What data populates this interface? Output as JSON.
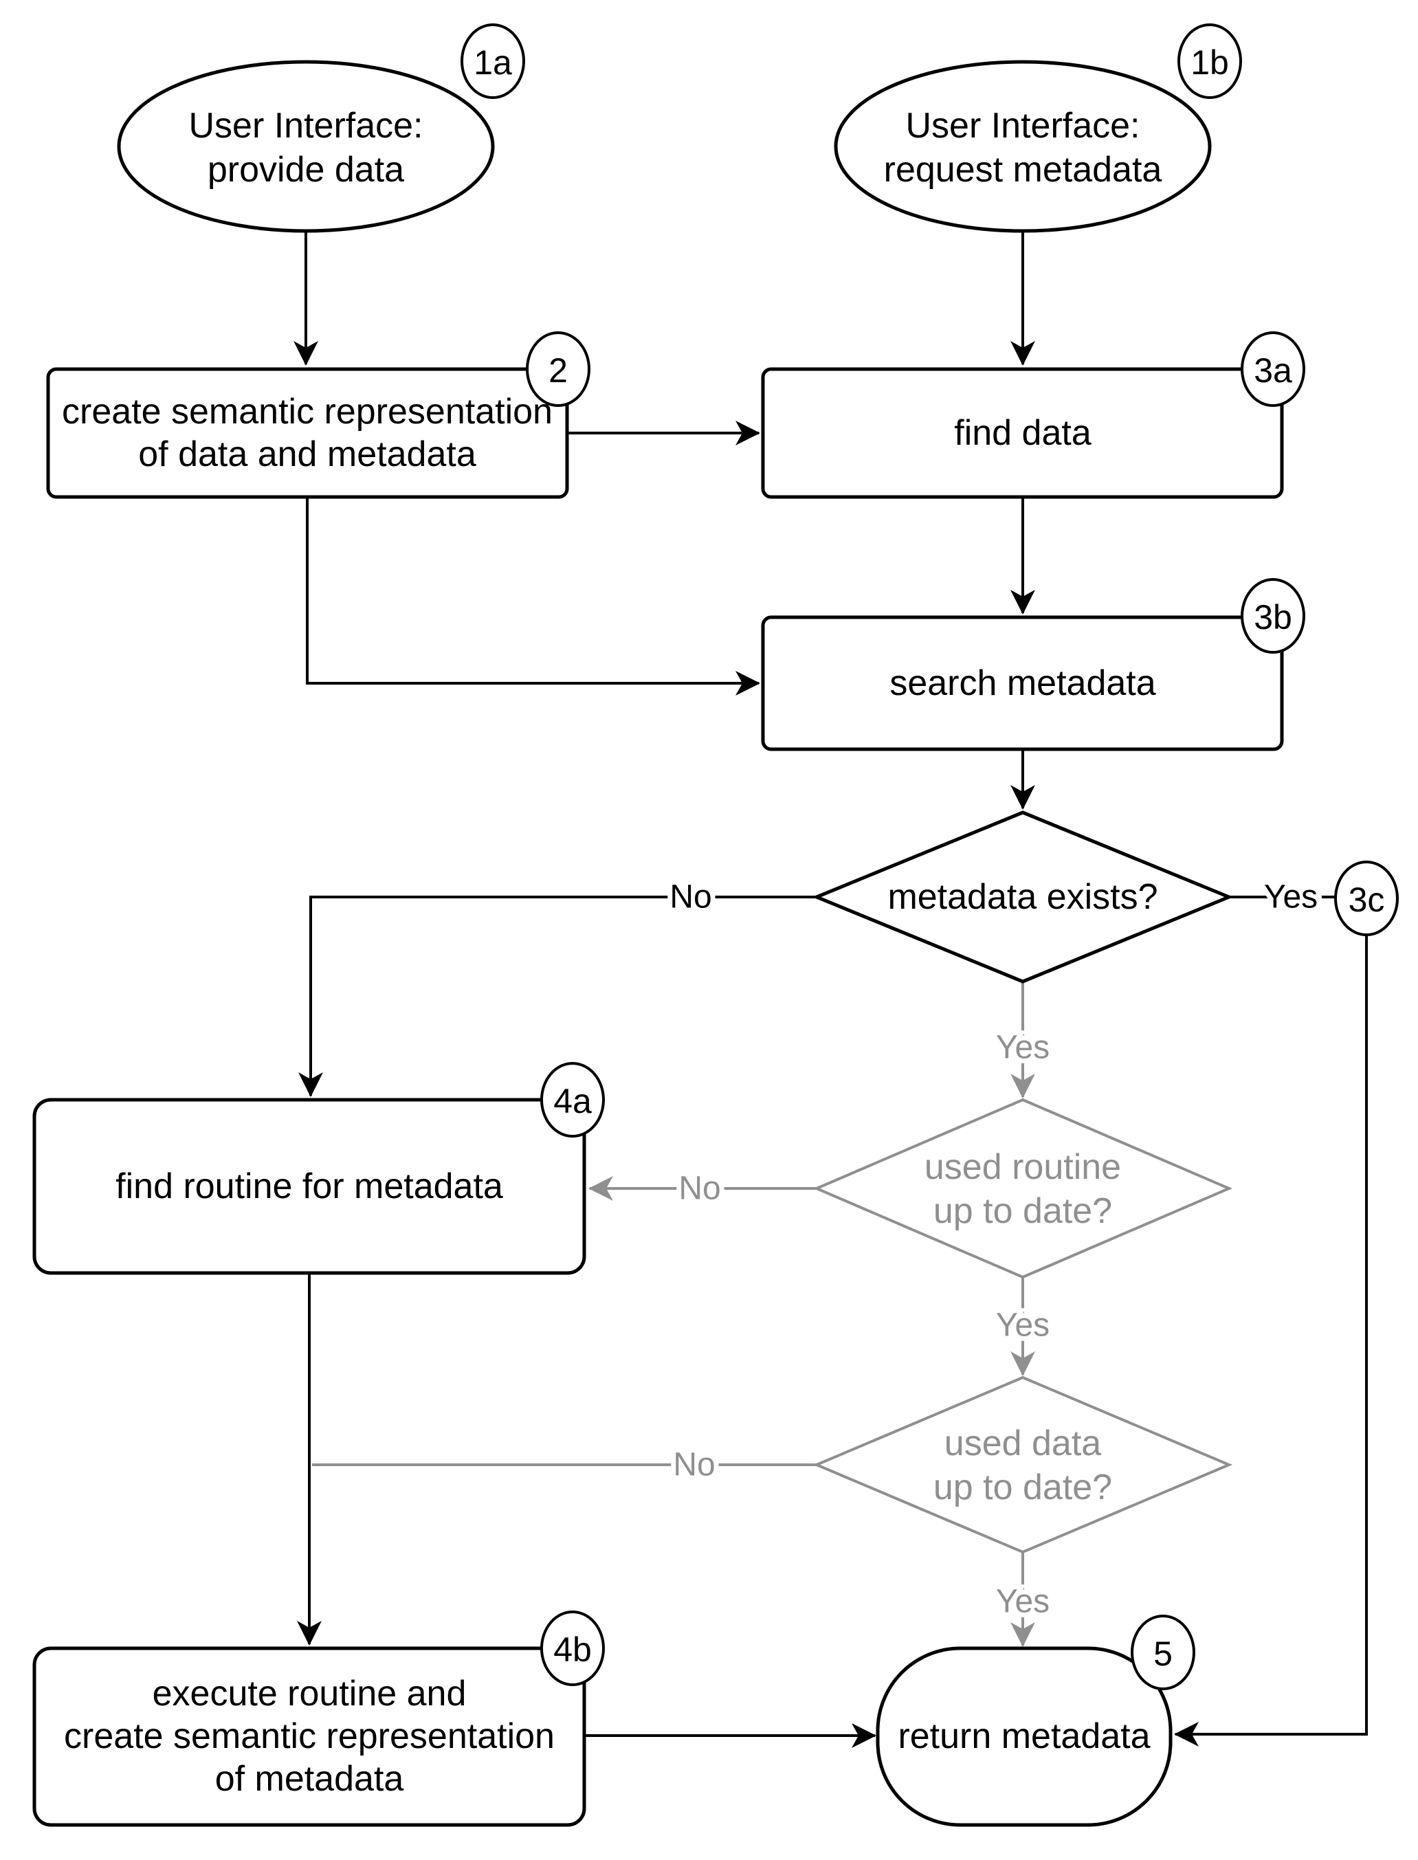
{
  "diagram": {
    "title": "metadata request flowchart",
    "colors": {
      "line_black": "#000000",
      "line_gray": "#8f8f8f",
      "shape_fill": "#ffffff",
      "background": "#ffffff"
    },
    "nodes": {
      "ui_provide": {
        "badge": "1a",
        "lines": [
          "User Interface:",
          "provide data"
        ]
      },
      "ui_request": {
        "badge": "1b",
        "lines": [
          "User Interface:",
          "request metadata"
        ]
      },
      "create_semantic": {
        "badge": "2",
        "lines": [
          "create semantic representation",
          "of data and metadata"
        ]
      },
      "find_data": {
        "badge": "3a",
        "lines": [
          "find data"
        ]
      },
      "search_metadata": {
        "badge": "3b",
        "lines": [
          "search metadata"
        ]
      },
      "metadata_exists": {
        "badge": "3c",
        "lines": [
          "metadata exists?"
        ]
      },
      "find_routine": {
        "badge": "4a",
        "lines": [
          "find routine for metadata"
        ]
      },
      "used_routine": {
        "lines": [
          "used routine",
          "up to date?"
        ]
      },
      "used_data": {
        "lines": [
          "used data",
          "up to date?"
        ]
      },
      "execute_routine": {
        "badge": "4b",
        "lines": [
          "execute routine and",
          "create semantic representation",
          "of metadata"
        ]
      },
      "return_metadata": {
        "badge": "5",
        "lines": [
          "return metadata"
        ]
      }
    },
    "edges": {
      "exists_yes": "Yes",
      "exists_no": "No",
      "exists_yes_down": "Yes",
      "routine_no": "No",
      "routine_yes": "Yes",
      "data_no": "No",
      "data_yes": "Yes"
    }
  }
}
